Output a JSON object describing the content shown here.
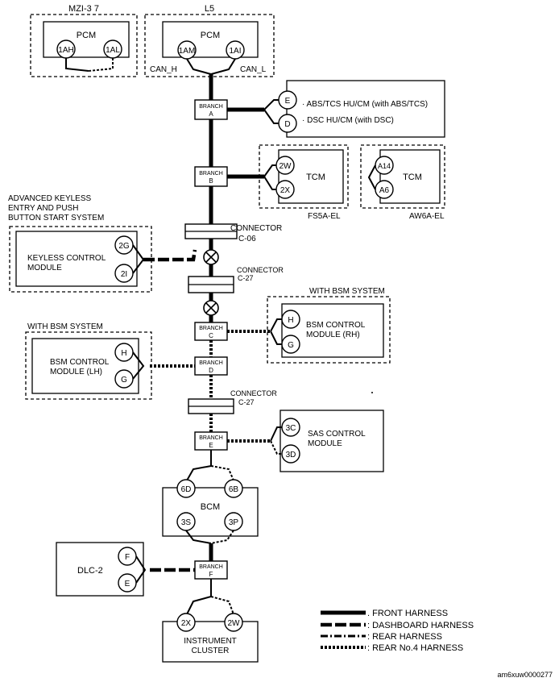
{
  "groups": {
    "mzi": "MZI-3 7",
    "l5": "L5",
    "fs5a": "FS5A-EL",
    "aw6a": "AW6A-EL",
    "akey": [
      "ADVANCED KEYLESS",
      "ENTRY AND PUSH",
      "BUTTON START SYSTEM"
    ],
    "bsm_rh": "WITH BSM SYSTEM",
    "bsm_lh": "WITH BSM SYSTEM"
  },
  "modules": {
    "pcm1": {
      "label": "PCM",
      "pins": [
        "1AH",
        "1AL"
      ]
    },
    "pcm2": {
      "label": "PCM",
      "pins": [
        "1AM",
        "1AI"
      ],
      "can_h": "CAN_H",
      "can_l": "CAN_L"
    },
    "abs": {
      "pins": [
        "E",
        "D"
      ],
      "lines": [
        "· ABS/TCS HU/CM (with ABS/TCS)",
        "· DSC HU/CM (with DSC)"
      ]
    },
    "tcm1": {
      "label": "TCM",
      "pins": [
        "2W",
        "2X"
      ]
    },
    "tcm2": {
      "label": "TCM",
      "pins": [
        "A14",
        "A6"
      ]
    },
    "keyless": {
      "lines": [
        "KEYLESS CONTROL",
        "MODULE"
      ],
      "pins": [
        "2G",
        "2I"
      ]
    },
    "bsm_rh": {
      "lines": [
        "BSM CONTROL",
        "MODULE (RH)"
      ],
      "pins": [
        "H",
        "G"
      ]
    },
    "bsm_lh": {
      "lines": [
        "BSM CONTROL",
        "MODULE (LH)"
      ],
      "pins": [
        "H",
        "G"
      ]
    },
    "sas": {
      "lines": [
        "SAS CONTROL",
        "MODULE"
      ],
      "pins": [
        "3C",
        "3D"
      ]
    },
    "bcm": {
      "label": "BCM",
      "pins": [
        "6D",
        "6B",
        "3S",
        "3P"
      ]
    },
    "dlc": {
      "label": "DLC-2",
      "pins": [
        "F",
        "E"
      ]
    },
    "ic": {
      "lines": [
        "INSTRUMENT",
        "CLUSTER"
      ],
      "pins": [
        "2X",
        "2W"
      ]
    }
  },
  "branches": {
    "A": [
      "BRANCH",
      "A"
    ],
    "B": [
      "BRANCH",
      "B"
    ],
    "C": [
      "BRANCH",
      "C"
    ],
    "D": [
      "BRANCH",
      "D"
    ],
    "E": [
      "BRANCH",
      "E"
    ],
    "F": [
      "BRANCH",
      "F"
    ]
  },
  "connectors": {
    "c06": [
      "CONNECTOR",
      "C-06"
    ],
    "c27a": [
      "CONNECTOR",
      "C-27"
    ],
    "c27b": [
      "CONNECTOR",
      "C-27"
    ]
  },
  "legend": [
    {
      "style": "front",
      "label": ". FRONT HARNESS"
    },
    {
      "style": "dash-h",
      "label": ": DASHBOARD HARNESS"
    },
    {
      "style": "rear",
      "label": ": REAR HARNESS"
    },
    {
      "style": "rear4",
      "label": ": REAR No.4 HARNESS"
    }
  ],
  "code": "am6xuw0000277"
}
